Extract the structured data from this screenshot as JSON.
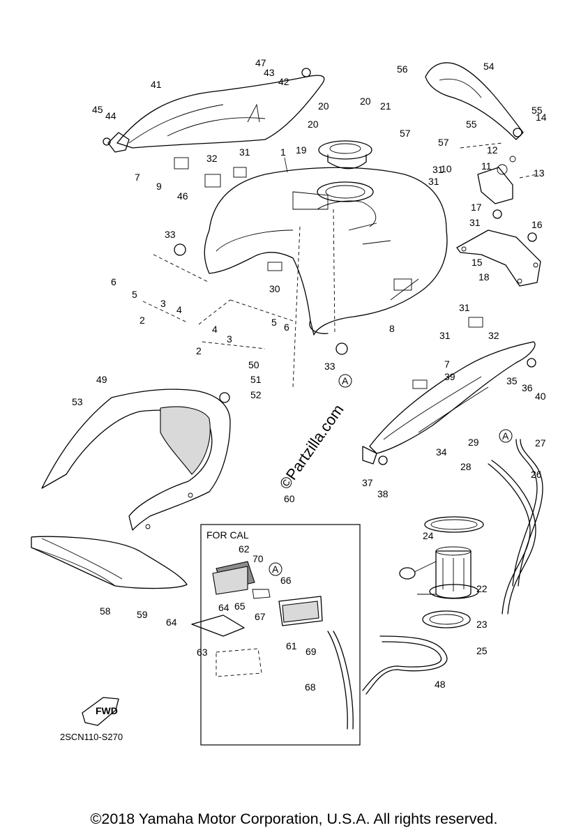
{
  "labels": [
    "1",
    "2",
    "3",
    "4",
    "5",
    "6",
    "7",
    "8",
    "9",
    "10",
    "11",
    "12",
    "13",
    "14",
    "15",
    "16",
    "17",
    "18",
    "19",
    "20",
    "21",
    "22",
    "23",
    "24",
    "25",
    "26",
    "27",
    "28",
    "29",
    "30",
    "31",
    "32",
    "33",
    "34",
    "35",
    "36",
    "37",
    "38",
    "39",
    "40",
    "41",
    "42",
    "43",
    "44",
    "45",
    "46",
    "47",
    "48",
    "49",
    "50",
    "51",
    "52",
    "53",
    "54",
    "55",
    "56",
    "57",
    "58",
    "59",
    "60",
    "61",
    "62",
    "63",
    "64",
    "65",
    "66",
    "67",
    "68",
    "69",
    "70"
  ],
  "callout_letter": "A",
  "box_title": "FOR CAL",
  "fwd_label": "FWD",
  "diagram_code": "2SCN110-S270",
  "watermark": "©Partzilla.com",
  "copyright": "©2018 Yamaha Motor Corporation, U.S.A. All rights reserved."
}
